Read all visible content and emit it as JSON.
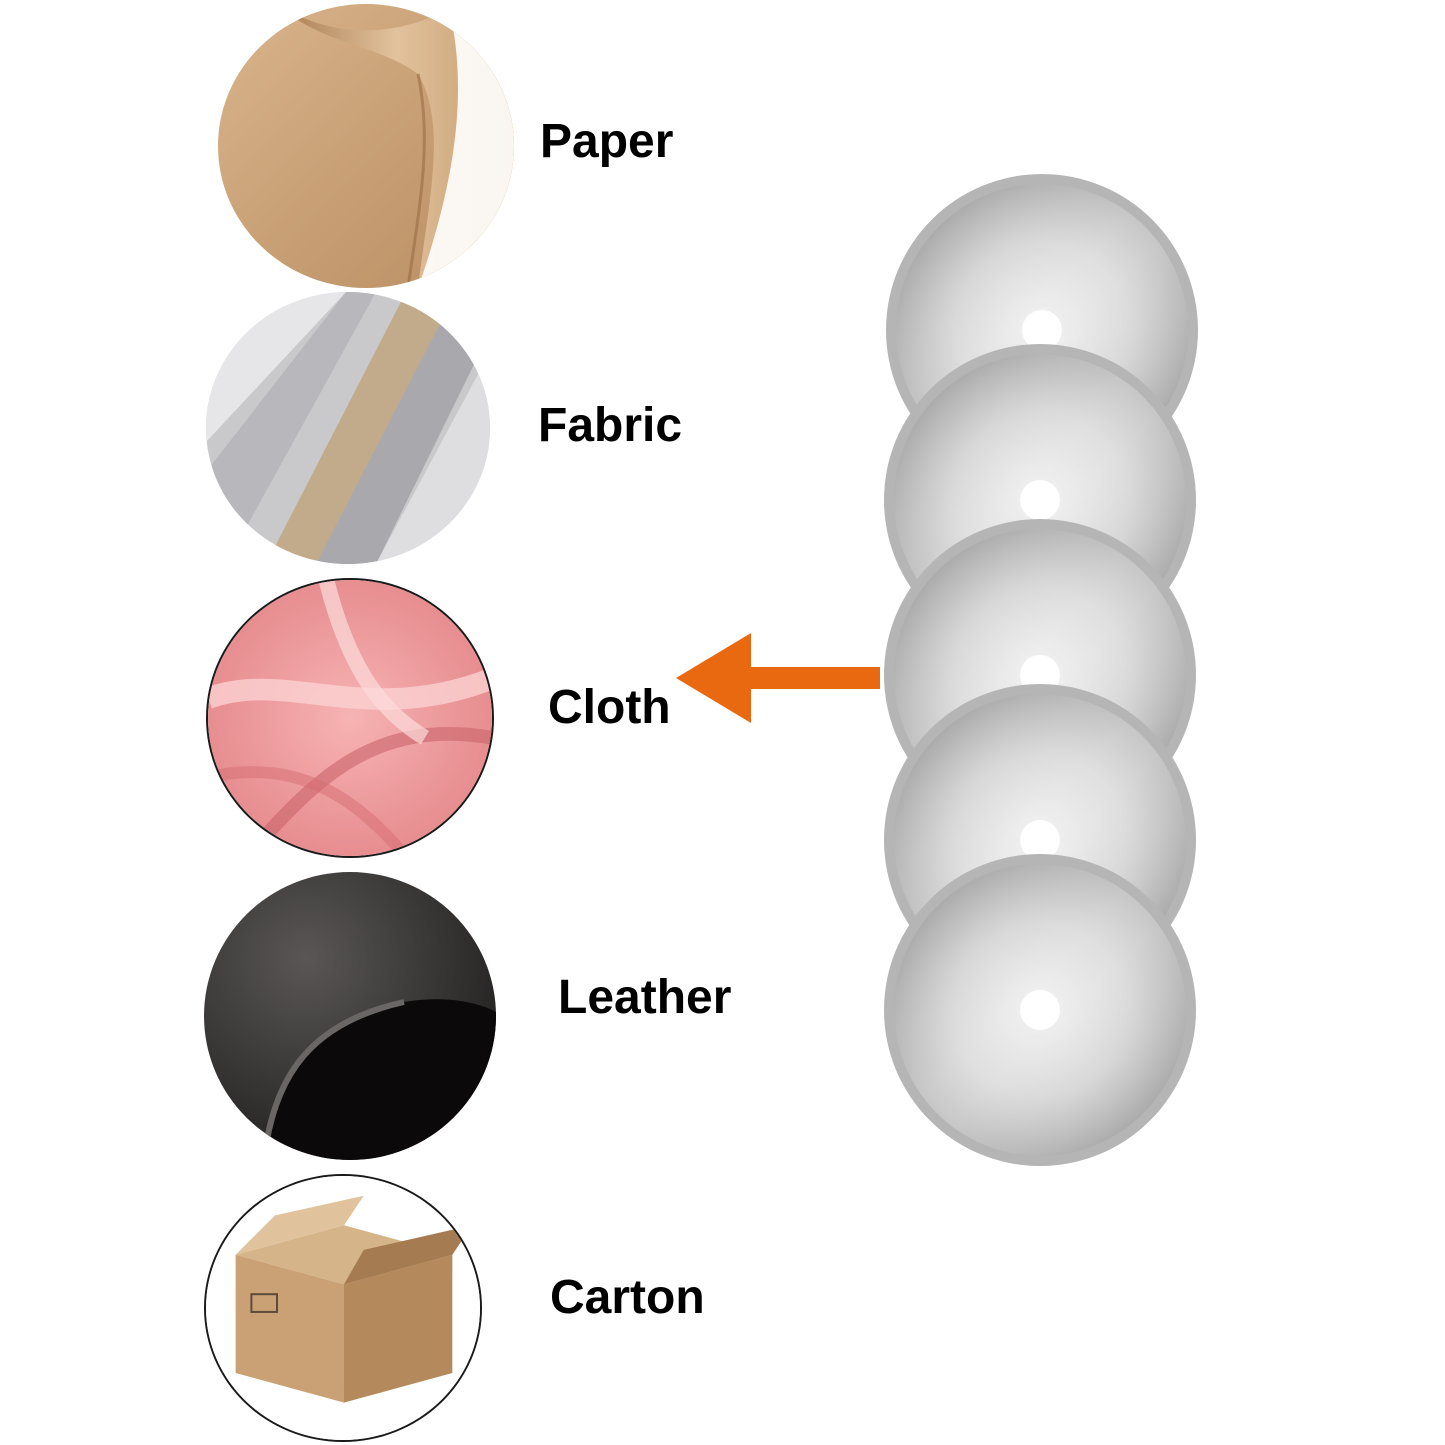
{
  "materials": [
    {
      "label": "Paper",
      "icon": "paper-icon"
    },
    {
      "label": "Fabric",
      "icon": "fabric-icon"
    },
    {
      "label": "Cloth",
      "icon": "cloth-icon"
    },
    {
      "label": "Leather",
      "icon": "leather-icon"
    },
    {
      "label": "Carton",
      "icon": "carton-box-icon"
    }
  ],
  "blades": {
    "count": 5,
    "icon": "rotary-blade-icon"
  },
  "colors": {
    "arrow": "#e8690f",
    "text": "#000000",
    "background": "#ffffff"
  }
}
